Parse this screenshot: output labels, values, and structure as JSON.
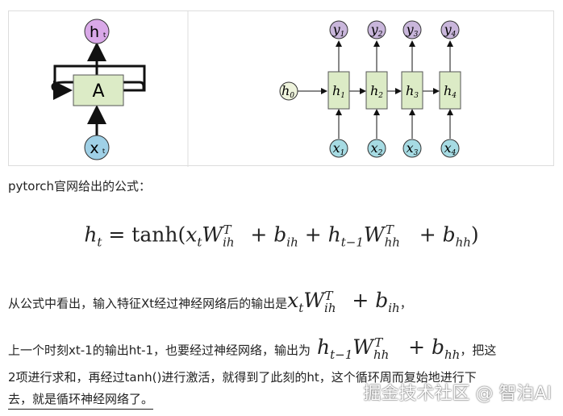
{
  "figure": {
    "left": {
      "output": "h",
      "output_sub": "t",
      "cell": "A",
      "input": "x",
      "input_sub": "t"
    },
    "right": {
      "initial": "h0",
      "outputs": [
        "y1",
        "y2",
        "y3",
        "y4"
      ],
      "hidden": [
        "h1",
        "h2",
        "h3",
        "h4"
      ],
      "inputs": [
        "x1",
        "x2",
        "x3",
        "x4"
      ]
    },
    "colors": {
      "output": "#d9a8e8",
      "cell": "#dcebc6",
      "input": "#9fd0e6",
      "y": "#c9b6db",
      "x": "#a6dbe3",
      "h0": "#eef3dc"
    }
  },
  "text": {
    "intro": "pytorch官网给出的公式：",
    "line1": "从公式中看出，输入特征Xt经过神经网络后的输出是",
    "line1_end": "，",
    "line2": "上一个时刻xt-1的输出ht-1，也要经过神经网络，输出为",
    "line2_end": "，把这",
    "line3": "2项进行求和，再经过tanh()进行激活，就得到了此刻的ht，这个循环周而复始地进行下",
    "line4": "去，就是循环神经网络了。"
  },
  "watermark": "掘金技术社区 @ 智泊AI"
}
